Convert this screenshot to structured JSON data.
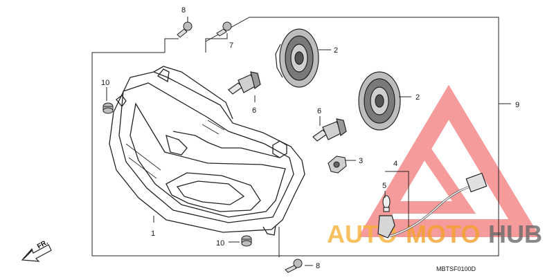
{
  "diagram": {
    "callouts": {
      "c1": "1",
      "c2a": "2",
      "c2b": "2",
      "c3": "3",
      "c4": "4",
      "c5": "5",
      "c6a": "6",
      "c6b": "6",
      "c7": "7",
      "c8a": "8",
      "c8b": "8",
      "c9": "9",
      "c10a": "10",
      "c10b": "10"
    },
    "front_arrow_label": "FR.",
    "part_code": "MBTSF0100D"
  },
  "watermark": {
    "text_auto": "AUTO",
    "text_moto": "MOTO",
    "text_hub": "HUB",
    "accent_color": "#f04a4a",
    "moto_color": "#f6b23a",
    "hub_color": "#555555"
  }
}
